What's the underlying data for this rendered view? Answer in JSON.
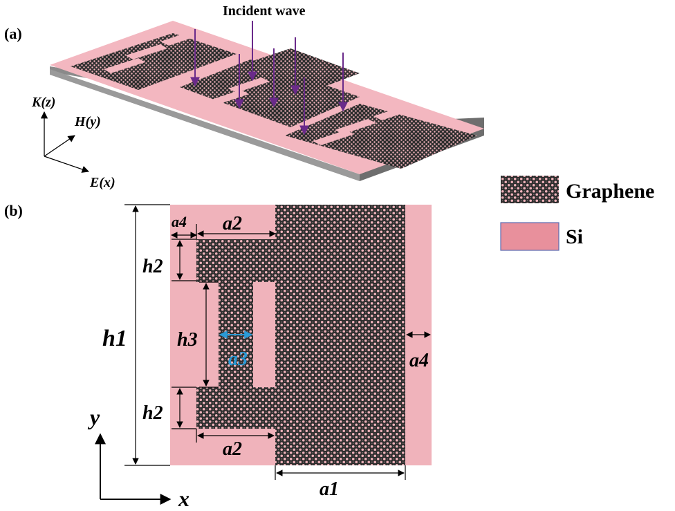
{
  "panel_a": {
    "label": "(a)",
    "incident_label": "Incident wave",
    "axes": {
      "z": "K(z)",
      "y": "H(y)",
      "x": "E(x)"
    }
  },
  "panel_b": {
    "label": "(b)",
    "dims": {
      "h1": "h1",
      "h2_top": "h2",
      "h2_bottom": "h2",
      "h3": "h3",
      "a1": "a1",
      "a2_top": "a2",
      "a2_bottom": "a2",
      "a3": "a3",
      "a4_top": "a4",
      "a4_right": "a4"
    },
    "axes": {
      "y": "y",
      "x": "x"
    }
  },
  "legend": {
    "items": [
      {
        "label": "Graphene",
        "color": "#3a3a3a"
      },
      {
        "label": "Si",
        "color": "#e8909c"
      }
    ]
  },
  "colors": {
    "silicon": "#f0b3bb",
    "silicon_legend": "#e8909c",
    "graphene_dark": "#3a3a3a",
    "arrow": "#6a2a8a",
    "a3_arrow": "#2a9ad6"
  }
}
